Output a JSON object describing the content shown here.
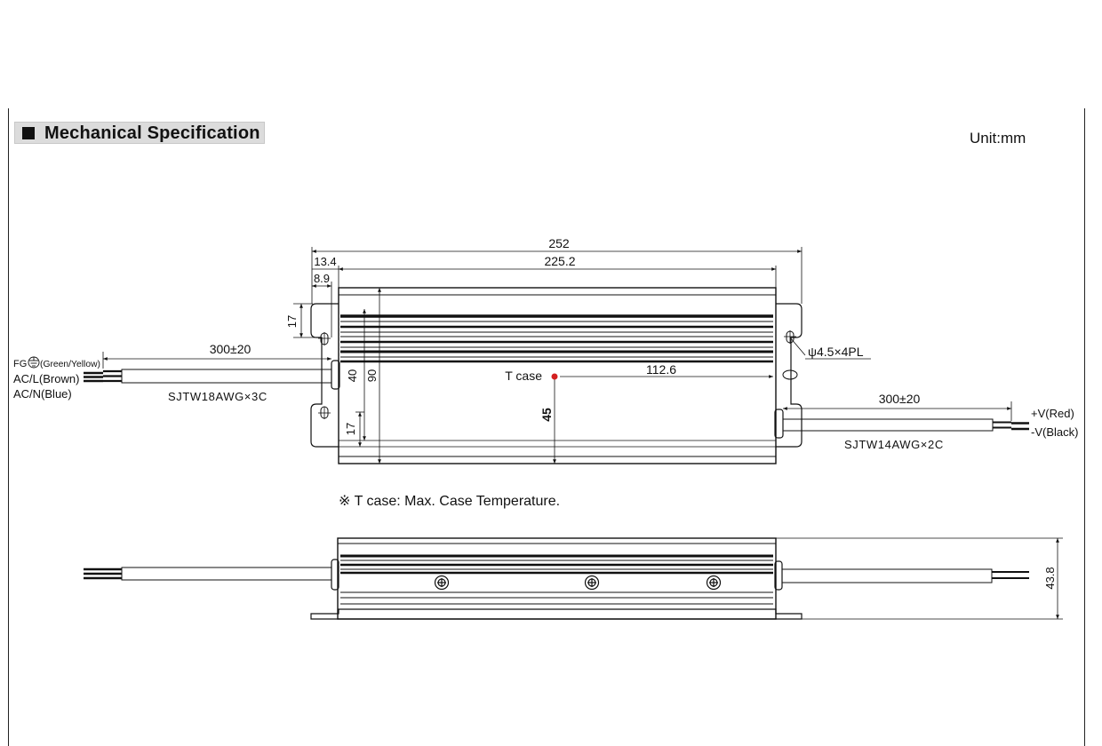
{
  "header": {
    "title": "Mechanical Specification",
    "unit": "Unit:mm"
  },
  "top_view": {
    "dimensions": {
      "overall_length": "252",
      "body_length": "225.2",
      "offset_outer": "13.4",
      "offset_inner": "8.9",
      "slot_top": "17",
      "slot_bottom": "17",
      "inner_width": "40",
      "overall_width": "90",
      "tcase_from_edge": "45",
      "tcase_from_end": "112.6",
      "mounting_holes": "ψ4.5×4PL",
      "cable_in_length": "300±20",
      "cable_out_length": "300±20"
    },
    "input_cable": {
      "fg_label": "FG",
      "fg_color": "(Green/Yellow)",
      "acl_label": "AC/L(Brown)",
      "acn_label": "AC/N(Blue)",
      "spec": "SJTW18AWG×3C"
    },
    "output_cable": {
      "vpos_label": "+V(Red)",
      "vneg_label": "-V(Black)",
      "spec": "SJTW14AWG×2C"
    },
    "tcase_label": "T case"
  },
  "note": "※ T case: Max. Case Temperature.",
  "side_view": {
    "height": "43.8"
  },
  "colors": {
    "line": "#111111",
    "tcase_dot": "#d42020",
    "header_bg": "#dcdcdc"
  }
}
